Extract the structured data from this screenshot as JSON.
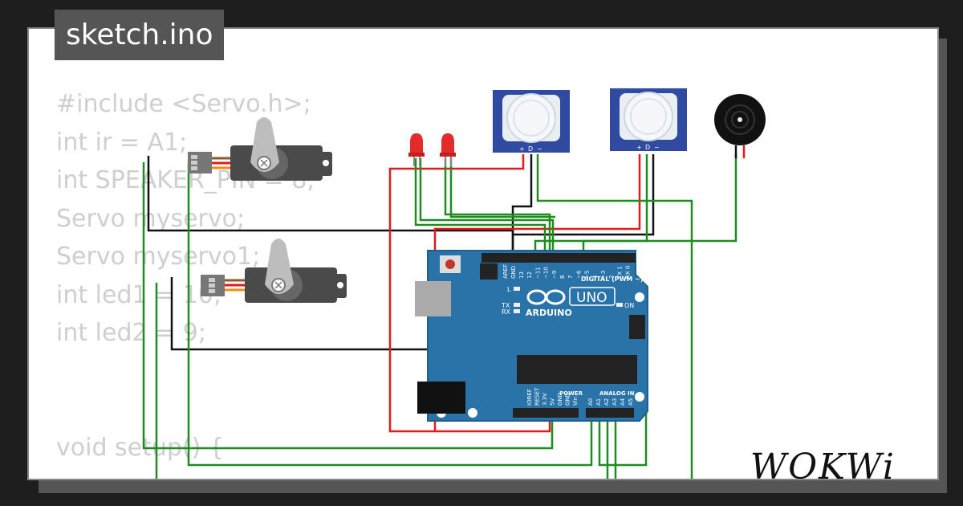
{
  "tab": {
    "label": "sketch.ino"
  },
  "code": {
    "lines": [
      "#include <Servo.h>;",
      "int ir = A1;",
      "int SPEAKER_PIN = 8;",
      "Servo myservo;",
      "Servo myservo1;",
      "int led1 = 10;",
      "int led2 = 9;",
      "",
      "",
      "void setup() {"
    ]
  },
  "board": {
    "logo_text": "ARDUINO",
    "model": "UNO",
    "digital_label": "DIGITAL (PWM ~)",
    "power_label": "POWER",
    "analog_label": "ANALOG IN",
    "on_label": "ON",
    "tx_label": "TX",
    "rx_label": "RX",
    "l_label": "L",
    "aref_label": "AREF",
    "gnd_label": "GND",
    "digital_pins": [
      "13",
      "12",
      "~11",
      "~10",
      "~9",
      "8",
      "7",
      "~6",
      "~5",
      "4",
      "~3",
      "2",
      "TX 1",
      "RX 0"
    ],
    "power_pins": [
      "IOREF",
      "RESET",
      "3.3V",
      "5V",
      "GND",
      "GND",
      "Vin"
    ],
    "analog_pins": [
      "A0",
      "A1",
      "A2",
      "A3",
      "A4",
      "A5"
    ]
  },
  "pir": {
    "pin_labels": [
      "+",
      "D",
      "−"
    ]
  },
  "brand": {
    "name": "WOKWi"
  },
  "colors": {
    "board": "#2a73a8",
    "wire_green": "#1f8c1f",
    "wire_red": "#e11b1b",
    "wire_black": "#111111",
    "led": "#e32b2b",
    "pir_frame": "#2f4aa0"
  }
}
